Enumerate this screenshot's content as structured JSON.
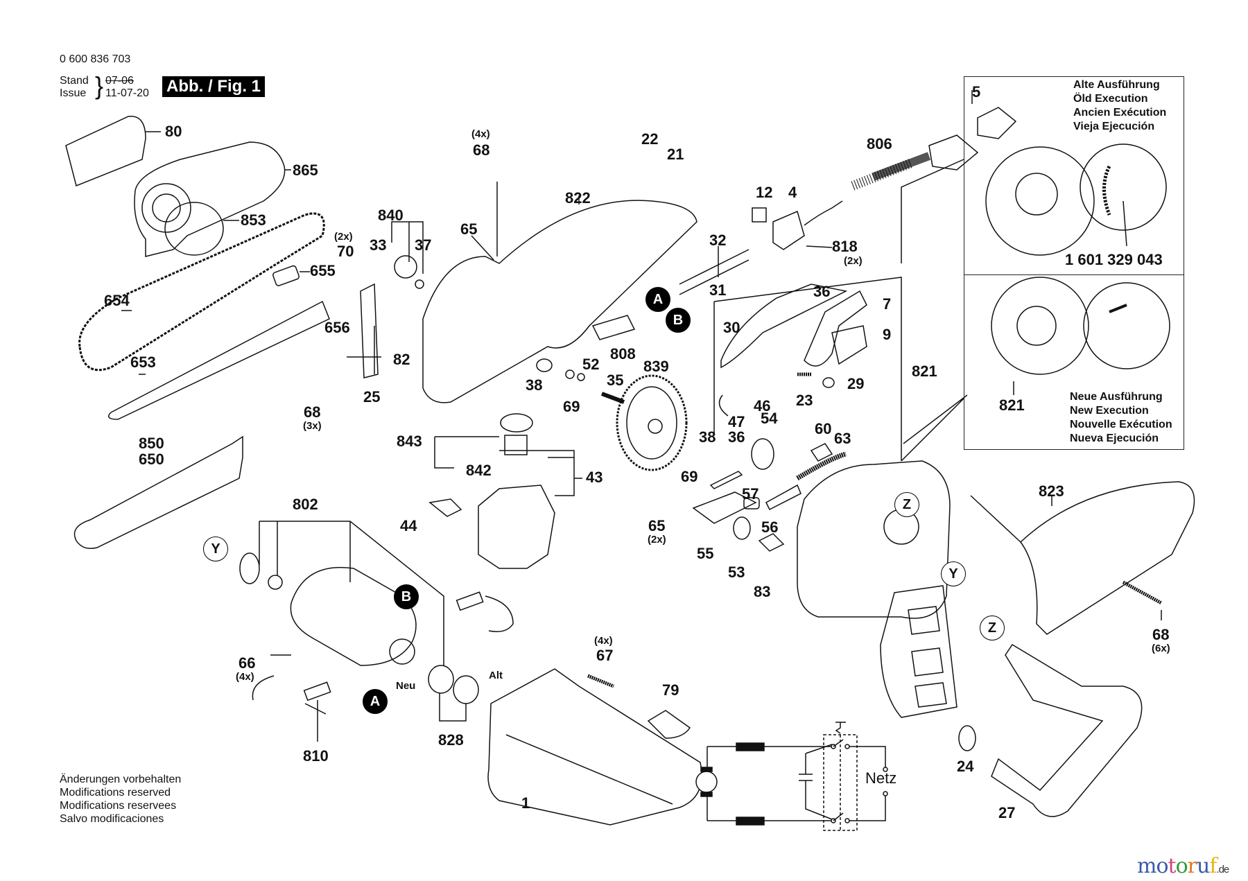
{
  "header": {
    "part_number": "0 600 836 703",
    "stand_label": "Stand",
    "issue_label": "Issue",
    "old_date": "07-06",
    "new_date": "11-07-20",
    "figure_label": "Abb. / Fig. 1"
  },
  "inset_panel": {
    "old_execution": [
      "Alte Ausführung",
      "Öld Execution",
      "Ancien Exécution",
      "Vieja Ejecución"
    ],
    "kit_part_number": "1 601 329 043",
    "new_execution": [
      "Neue Ausführung",
      "New Execution",
      "Nouvelle Exécution",
      "Nueva Ejecución"
    ],
    "part_821": "821"
  },
  "parts": {
    "p80": "80",
    "p865": "865",
    "p853": "853",
    "p654": "654",
    "p655": "655",
    "p653": "653",
    "p656": "656",
    "p70": "70",
    "p70_qty": "(2x)",
    "p840": "840",
    "p33": "33",
    "p37": "37",
    "p68a": "68",
    "p68a_qty": "(4x)",
    "p65a": "65",
    "p82": "82",
    "p25": "25",
    "p68b": "68",
    "p68b_qty": "(3x)",
    "p822": "822",
    "p22": "22",
    "p21": "21",
    "p808": "808",
    "p38a": "38",
    "p69a": "69",
    "p52": "52",
    "p35": "35",
    "p839": "839",
    "p5": "5",
    "p806": "806",
    "p12": "12",
    "p4": "4",
    "p818": "818",
    "p818_qty": "(2x)",
    "p32": "32",
    "p31": "31",
    "p36a": "36",
    "p7": "7",
    "p30": "30",
    "p9": "9",
    "p821": "821",
    "p23": "23",
    "p29": "29",
    "p46": "46",
    "p47": "47",
    "p54": "54",
    "p38b": "38",
    "p36b": "36",
    "p69b": "69",
    "p60": "60",
    "p63": "63",
    "p850": "850",
    "p650": "650",
    "p843": "843",
    "p842": "842",
    "p43": "43",
    "p44": "44",
    "p65b": "65",
    "p65b_qty": "(2x)",
    "p57": "57",
    "p56": "56",
    "p55": "55",
    "p53": "53",
    "p83": "83",
    "p823": "823",
    "p68c": "68",
    "p68c_qty": "(6x)",
    "p802": "802",
    "p66": "66",
    "p66_qty": "(4x)",
    "p810": "810",
    "p828": "828",
    "neu": "Neu",
    "alt": "Alt",
    "p67": "67",
    "p67_qty": "(4x)",
    "p79": "79",
    "p1": "1",
    "p24": "24",
    "p27": "27"
  },
  "markers": {
    "A": "A",
    "B": "B",
    "Y": "Y",
    "Z": "Z"
  },
  "circuit": {
    "netz_label": "Netz"
  },
  "footer": {
    "lines": [
      "Änderungen vorbehalten",
      "Modifications reserved",
      "Modifications reservees",
      "Salvo modificaciones"
    ]
  },
  "watermark": {
    "letters": [
      "m",
      "o",
      "t",
      "o",
      "r",
      "u",
      "f"
    ],
    "colors": [
      "#3b5aa8",
      "#3b5aa8",
      "#d0467a",
      "#2f9a3a",
      "#e07a1f",
      "#3b5aa8",
      "#e8b515"
    ],
    "tld": ".de"
  }
}
